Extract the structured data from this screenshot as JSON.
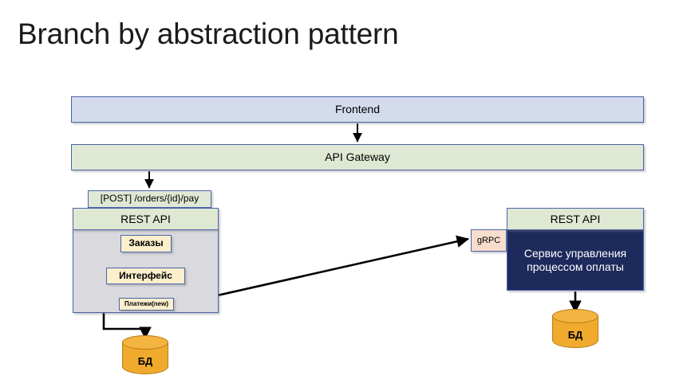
{
  "slide": {
    "title": "Branch by abstraction pattern",
    "background_color": "#ffffff"
  },
  "palette": {
    "box_border": "#4a64a8",
    "blue_fill": "#d4dbec",
    "green_fill": "#dfe8d3",
    "gray_fill": "#d9d9de",
    "cream_fill": "#fbefcc",
    "peach_fill": "#f7ddcd",
    "navy_fill": "#1d2a5c",
    "navy_text": "#ffffff",
    "db_fill": "#f0ab2e",
    "db_border": "#b97d13",
    "connector": "#000000"
  },
  "diagram": {
    "frontend": {
      "label": "Frontend"
    },
    "api_gateway": {
      "label": "API Gateway"
    },
    "post_label": {
      "label": "[POST] /orders/{id}/pay"
    },
    "left_service": {
      "header": "REST API",
      "components": [
        {
          "label": "Заказы"
        },
        {
          "label": "Интерфейс"
        },
        {
          "label": "Платежи(new)"
        }
      ]
    },
    "grpc": {
      "label": "gRPC"
    },
    "right_service": {
      "header": "REST API",
      "title_line_1": "Сервис управления",
      "title_line_2": "процессом оплаты"
    },
    "databases": [
      {
        "label": "БД",
        "side": "left"
      },
      {
        "label": "БД",
        "side": "right"
      }
    ]
  }
}
